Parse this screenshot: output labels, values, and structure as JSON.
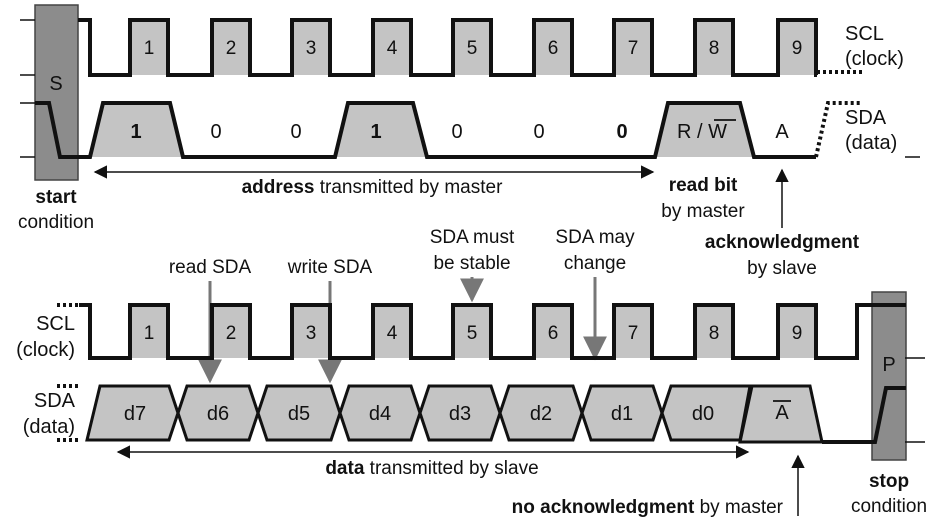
{
  "address_frame": {
    "clock_bits": [
      "1",
      "2",
      "3",
      "4",
      "5",
      "6",
      "7",
      "8",
      "9"
    ],
    "start_box": "S",
    "scl_label": [
      "SCL",
      "(clock)"
    ],
    "sda_label": [
      "SDA",
      "(data)"
    ],
    "address_bits": [
      "1",
      "0",
      "0",
      "1",
      "0",
      "0",
      "0"
    ],
    "rw_label": "R / W",
    "ack_label": "A",
    "start_caption": [
      "start",
      "condition"
    ],
    "address_caption": {
      "bold": "address",
      "rest": " transmitted by master"
    },
    "read_bit_caption": [
      "read bit",
      "by master"
    ],
    "ack_caption": [
      "acknowledgment",
      "by slave"
    ]
  },
  "data_frame": {
    "clock_bits": [
      "1",
      "2",
      "3",
      "4",
      "5",
      "6",
      "7",
      "8",
      "9"
    ],
    "scl_label": [
      "SCL",
      "(clock)"
    ],
    "sda_label": [
      "SDA",
      "(data)"
    ],
    "data_bits": [
      "d7",
      "d6",
      "d5",
      "d4",
      "d3",
      "d2",
      "d1",
      "d0"
    ],
    "nack_label": "A",
    "stop_box": "P",
    "read_sda": "read SDA",
    "write_sda": "write SDA",
    "stable_note": [
      "SDA must",
      "be stable"
    ],
    "change_note": [
      "SDA may",
      "change"
    ],
    "data_caption": {
      "bold": "data",
      "rest": " transmitted by slave"
    },
    "nack_caption": {
      "bold": "no acknowledgment",
      "rest": " by master"
    },
    "stop_caption": [
      "stop",
      "condition"
    ]
  }
}
